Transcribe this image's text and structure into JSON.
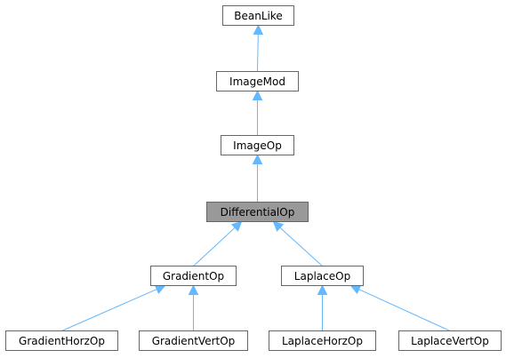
{
  "colors": {
    "edge": "#63b8ff",
    "node_border": "#666666",
    "highlight_fill": "#999999",
    "node_fill": "#ffffff"
  },
  "nodes": {
    "beanlike": "BeanLike",
    "imagemod": "ImageMod",
    "imageop": "ImageOp",
    "differentialop": "DifferentialOp",
    "gradientop": "GradientOp",
    "laplaceop": "LaplaceOp",
    "gradienthorzop": "GradientHorzOp",
    "gradientvertop": "GradientVertOp",
    "laplacehorzop": "LaplaceHorzOp",
    "laplacevertop": "LaplaceVertOp"
  },
  "edges": [
    {
      "from": "imagemod",
      "to": "beanlike"
    },
    {
      "from": "imageop",
      "to": "imagemod"
    },
    {
      "from": "differentialop",
      "to": "imageop"
    },
    {
      "from": "gradientop",
      "to": "differentialop"
    },
    {
      "from": "laplaceop",
      "to": "differentialop"
    },
    {
      "from": "gradienthorzop",
      "to": "gradientop"
    },
    {
      "from": "gradientvertop",
      "to": "gradientop"
    },
    {
      "from": "laplacehorzop",
      "to": "laplaceop"
    },
    {
      "from": "laplacevertop",
      "to": "laplaceop"
    }
  ]
}
